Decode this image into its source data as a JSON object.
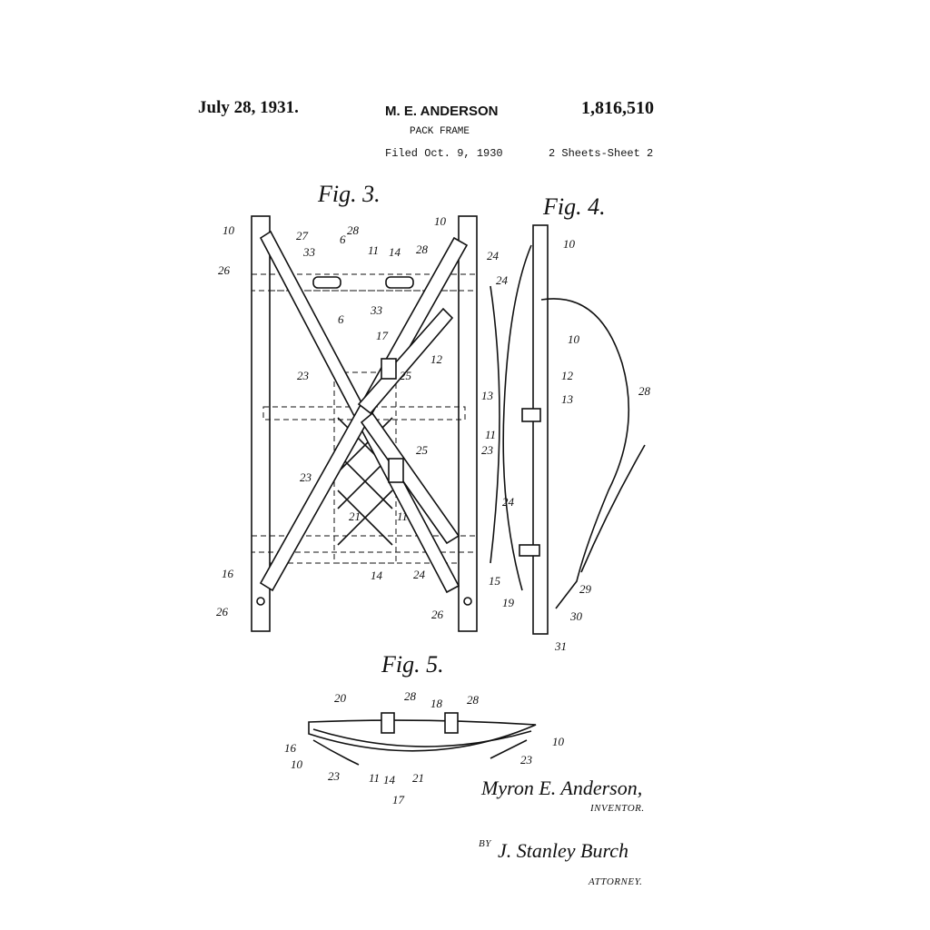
{
  "header": {
    "date": "July 28, 1931.",
    "inventor": "M. E. ANDERSON",
    "patent_number": "1,816,510",
    "title": "PACK FRAME",
    "filed": "Filed Oct. 9, 1930",
    "sheets": "2 Sheets-Sheet 2"
  },
  "fig3": {
    "title": "Fig. 3.",
    "labels": [
      "10",
      "10",
      "27",
      "28",
      "6",
      "33",
      "11",
      "14",
      "28",
      "24",
      "26",
      "6",
      "33",
      "17",
      "12",
      "25",
      "23",
      "13",
      "11",
      "23",
      "25",
      "23",
      "21",
      "11",
      "16",
      "14",
      "24",
      "15",
      "26",
      "26"
    ]
  },
  "fig4": {
    "title": "Fig. 4.",
    "labels": [
      "10",
      "24",
      "10",
      "12",
      "13",
      "28",
      "24",
      "19",
      "29",
      "30",
      "31"
    ]
  },
  "fig5": {
    "title": "Fig. 5.",
    "labels": [
      "20",
      "28",
      "18",
      "28",
      "10",
      "16",
      "10",
      "23",
      "11",
      "14",
      "21",
      "17",
      "23"
    ]
  },
  "signature": {
    "inventor_signature": "Myron E. Anderson,",
    "inventor_caption": "INVENTOR.",
    "by": "BY",
    "attorney_signature": "J. Stanley Burch",
    "attorney_caption": "ATTORNEY."
  }
}
